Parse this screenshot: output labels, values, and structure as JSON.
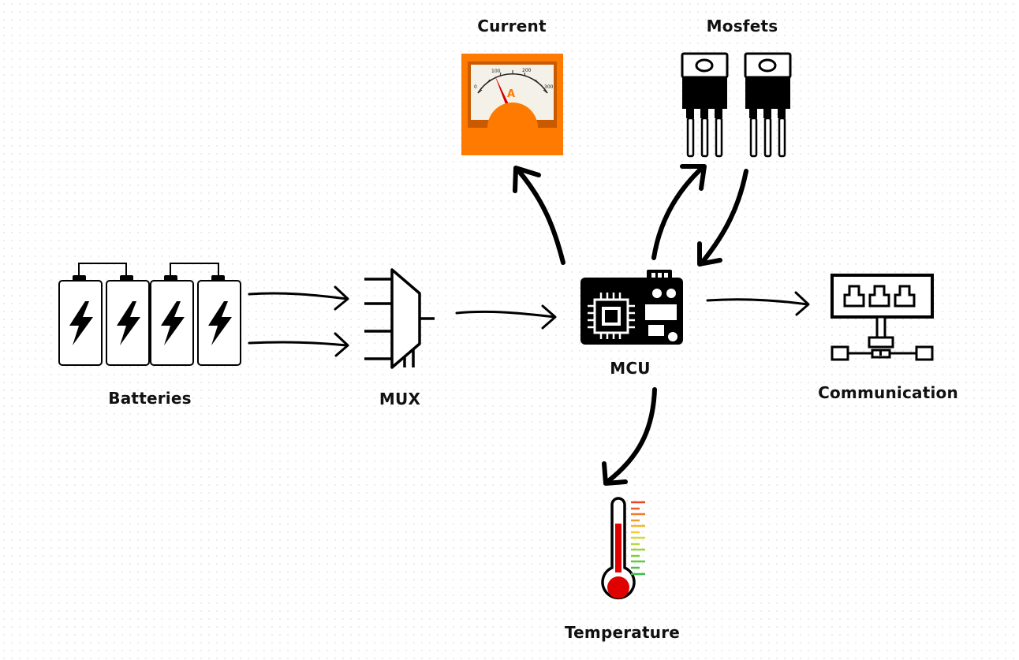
{
  "nodes": {
    "current": {
      "label": "Current",
      "icon": "ammeter-icon",
      "meter_unit": "A",
      "scale": [
        "0",
        "100",
        "200",
        "300"
      ]
    },
    "mosfets": {
      "label": "Mosfets",
      "icon": "mosfet-icon"
    },
    "batteries": {
      "label": "Batteries",
      "icon": "battery-pack-icon"
    },
    "mux": {
      "label": "MUX",
      "icon": "multiplexer-icon"
    },
    "mcu": {
      "label": "MCU",
      "icon": "microcontroller-icon"
    },
    "communication": {
      "label": "Communication",
      "icon": "network-icon"
    },
    "temperature": {
      "label": "Temperature",
      "icon": "thermometer-icon"
    }
  },
  "edges": [
    {
      "from": "batteries",
      "to": "mux"
    },
    {
      "from": "batteries",
      "to": "mux"
    },
    {
      "from": "mux",
      "to": "mcu"
    },
    {
      "from": "mcu",
      "to": "current"
    },
    {
      "from": "mcu",
      "to": "mosfets"
    },
    {
      "from": "mosfets",
      "to": "mcu"
    },
    {
      "from": "mcu",
      "to": "communication"
    },
    {
      "from": "mcu",
      "to": "temperature"
    }
  ],
  "colors": {
    "meter_orange": "#ff7a00",
    "meter_dark": "#c95a00",
    "needle": "#d40000",
    "thermo_red": "#e00000"
  }
}
